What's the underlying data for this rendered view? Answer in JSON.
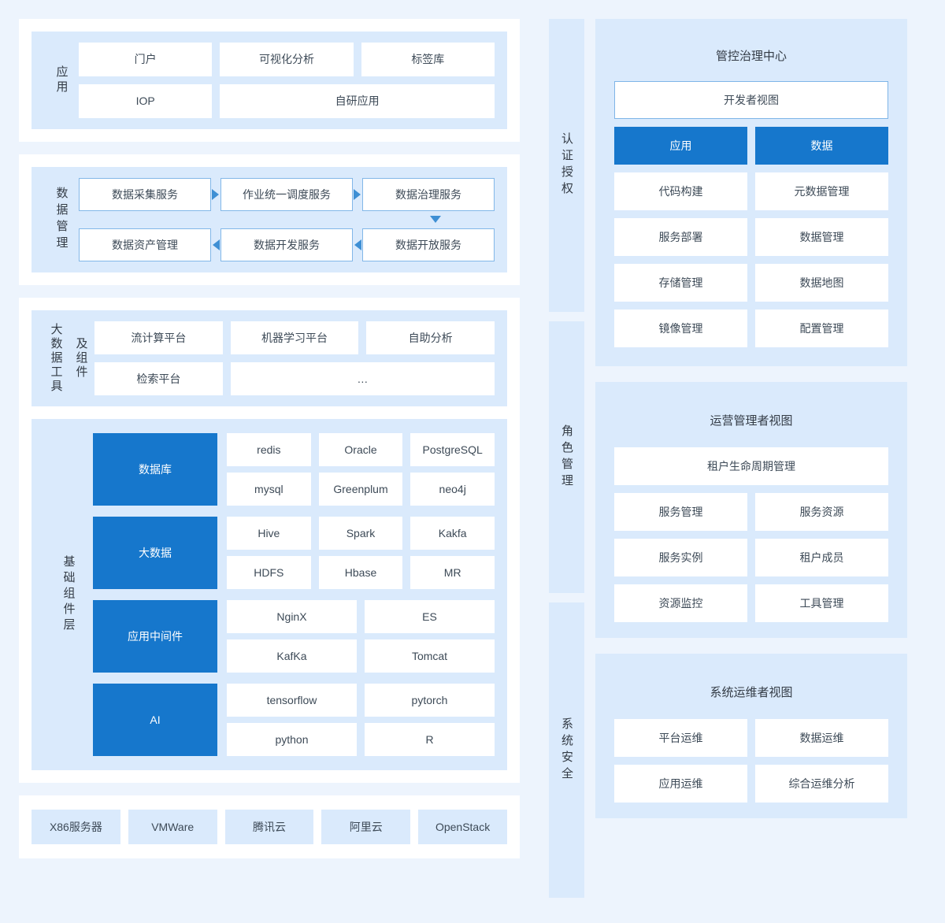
{
  "colors": {
    "accent": "#1677cc",
    "panel": "#daeafc",
    "page_bg": "#edf4fd",
    "card": "#ffffff",
    "border": "#82b7e8"
  },
  "left": {
    "application": {
      "label": "应用",
      "rows": [
        [
          "门户",
          "可视化分析",
          "标签库"
        ],
        [
          "IOP",
          "自研应用"
        ]
      ]
    },
    "data_management": {
      "label": "数据管理",
      "row1": [
        "数据采集服务",
        "作业统一调度服务",
        "数据治理服务"
      ],
      "row2": [
        "数据资产管理",
        "数据开发服务",
        "数据开放服务"
      ]
    },
    "bigdata_tools": {
      "label_col1": "大数据工具",
      "label_col2": "及组件",
      "rows": [
        [
          "流计算平台",
          "机器学习平台",
          "自助分析"
        ],
        [
          "检索平台",
          "…"
        ]
      ]
    },
    "infrastructure_components": {
      "label": "基础组件层",
      "groups": [
        {
          "key": "数据库",
          "rows": [
            [
              "redis",
              "Oracle",
              "PostgreSQL"
            ],
            [
              "mysql",
              "Greenplum",
              "neo4j"
            ]
          ]
        },
        {
          "key": "大数据",
          "rows": [
            [
              "Hive",
              "Spark",
              "Kakfa"
            ],
            [
              "HDFS",
              "Hbase",
              "MR"
            ]
          ]
        },
        {
          "key": "应用中间件",
          "rows": [
            [
              "NginX",
              "ES"
            ],
            [
              "KafKa",
              "Tomcat"
            ]
          ]
        },
        {
          "key": "AI",
          "rows": [
            [
              "tensorflow",
              "pytorch"
            ],
            [
              "python",
              "R"
            ]
          ]
        }
      ]
    },
    "infrastructure_bar": [
      "X86服务器",
      "VMWare",
      "腾讯云",
      "阿里云",
      "OpenStack"
    ]
  },
  "side_bars": [
    {
      "label": "认证授权"
    },
    {
      "label": "角色管理"
    },
    {
      "label": "系统安全"
    }
  ],
  "right": {
    "governance": {
      "title": "管控治理中心",
      "developer_view": "开发者视图",
      "rows": [
        {
          "left": "应用",
          "right": "数据",
          "highlight": true
        },
        {
          "left": "代码构建",
          "right": "元数据管理",
          "highlight": false
        },
        {
          "left": "服务部署",
          "right": "数据管理",
          "highlight": false
        },
        {
          "left": "存储管理",
          "right": "数据地图",
          "highlight": false
        },
        {
          "left": "镜像管理",
          "right": "配置管理",
          "highlight": false
        }
      ]
    },
    "operations": {
      "title": "运营管理者视图",
      "full_width": "租户生命周期管理",
      "rows": [
        {
          "left": "服务管理",
          "right": "服务资源"
        },
        {
          "left": "服务实例",
          "right": "租户成员"
        },
        {
          "left": "资源监控",
          "right": "工具管理"
        }
      ]
    },
    "sysops": {
      "title": "系统运维者视图",
      "rows": [
        {
          "left": "平台运维",
          "right": "数据运维"
        },
        {
          "left": "应用运维",
          "right": "综合运维分析"
        }
      ]
    }
  }
}
